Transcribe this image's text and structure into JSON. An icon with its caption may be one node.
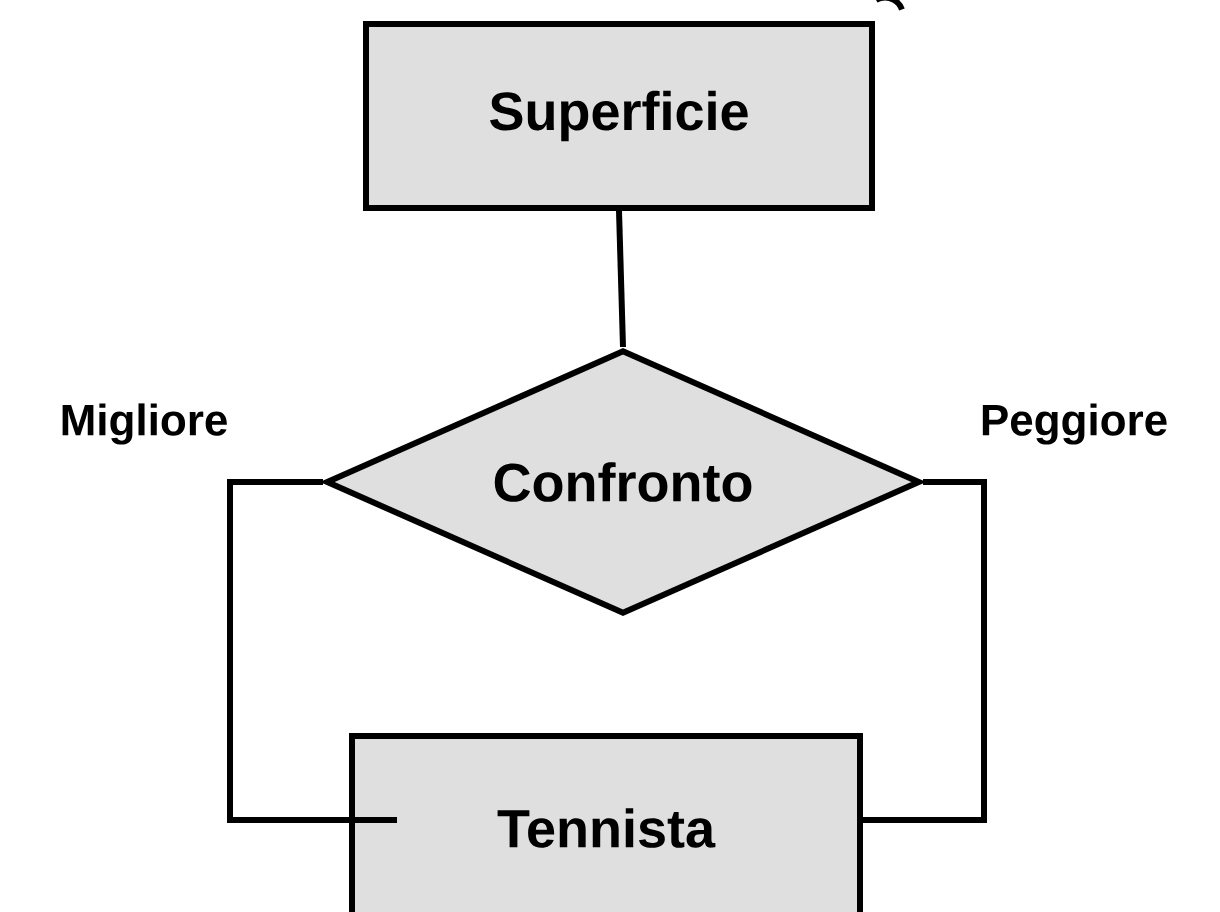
{
  "diagram": {
    "nodes": [
      {
        "text": [
          "Superficie"
        ]
      },
      {
        "text": [
          "Confronto"
        ]
      },
      {
        "text": [
          "Tennista"
        ]
      }
    ],
    "edges": [
      {
        "from": 0,
        "to": 1,
        "arrow": "none"
      },
      {
        "from": 1,
        "to": 2,
        "arrow": "none",
        "label": "Migliore"
      },
      {
        "from": 1,
        "to": 2,
        "arrow": "none",
        "label": "Peggiore"
      }
    ]
  }
}
